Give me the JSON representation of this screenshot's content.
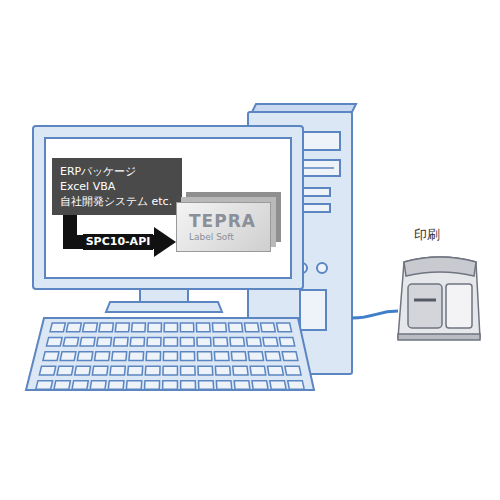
{
  "diagram": {
    "nodes": [
      {
        "text": [
          "ERPパッケージ",
          "Excel VBA",
          "自社開発システム etc."
        ]
      },
      {
        "text": [
          "TEPRA",
          "Label Soft"
        ]
      }
    ],
    "edges": [
      {
        "from": 0,
        "to": 1,
        "arrow": "to",
        "label": "SPC10-API"
      }
    ],
    "labels": [
      "印刷"
    ]
  }
}
